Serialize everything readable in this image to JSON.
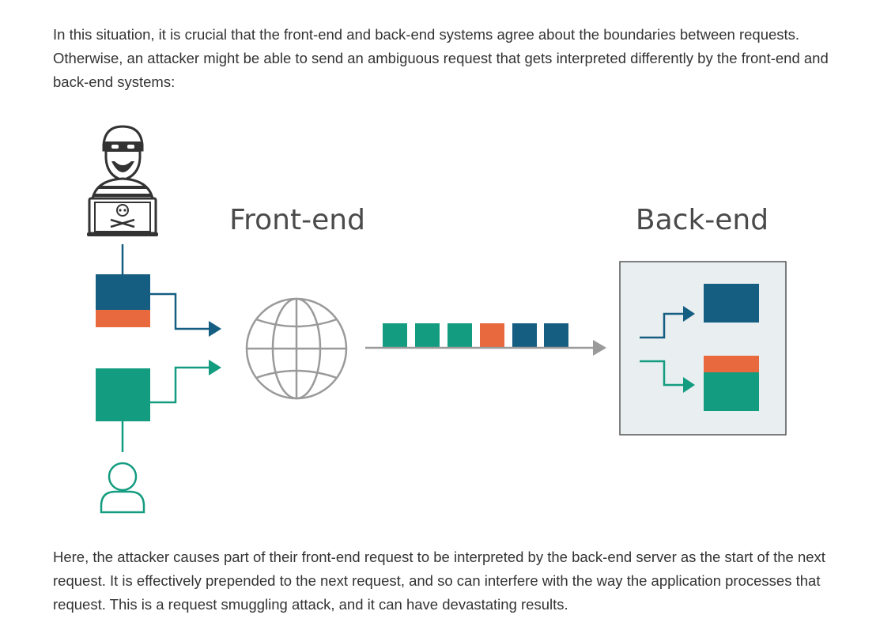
{
  "article": {
    "intro": "In this situation, it is crucial that the front-end and back-end systems agree about the boundaries between requests. Otherwise, an attacker might be able to send an ambiguous request that gets interpreted differently by the front-end and back-end systems:",
    "outro": "Here, the attacker causes part of their front-end request to be interpreted by the back-end server as the start of the next request. It is effectively prepended to the next request, and so can interfere with the way the application processes that request. This is a request smuggling attack, and it can have devastating results."
  },
  "diagram": {
    "front_end_label": "Front-end",
    "back_end_label": "Back-end",
    "colors": {
      "attacker_blue": "#155e82",
      "smuggled_orange": "#e9693e",
      "user_green": "#149c80",
      "neutral_gray": "#9a9a9a",
      "backend_bg": "#e9eef0",
      "backend_border": "#555555"
    },
    "icons": [
      "hacker-icon",
      "skull-laptop-icon",
      "globe-icon",
      "user-icon",
      "arrow-icon"
    ]
  }
}
